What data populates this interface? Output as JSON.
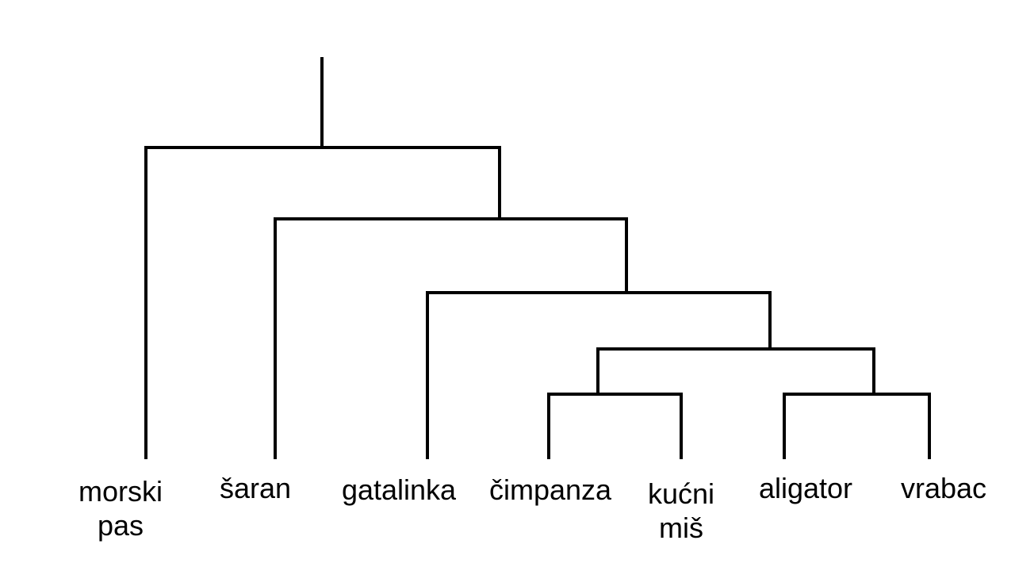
{
  "colors": {
    "line": "#000000",
    "text": "#000000",
    "background": "#ffffff"
  },
  "leaves": [
    {
      "id": "morski-pas",
      "label": "morski\npas"
    },
    {
      "id": "saran",
      "label": "šaran"
    },
    {
      "id": "gatalinka",
      "label": "gatalinka"
    },
    {
      "id": "cimpanza",
      "label": "čimpanza"
    },
    {
      "id": "kucni-mis",
      "label": "kućni\nmiš"
    },
    {
      "id": "aligator",
      "label": "aligator"
    },
    {
      "id": "vrabac",
      "label": "vrabac"
    }
  ]
}
